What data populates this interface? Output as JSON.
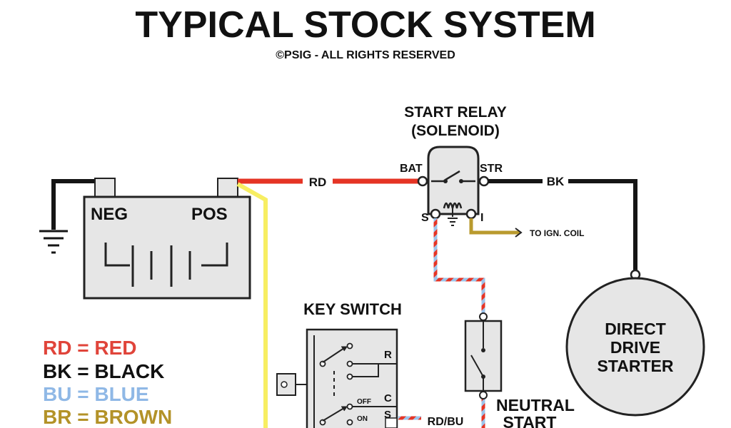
{
  "header": {
    "title": "TYPICAL STOCK SYSTEM",
    "copyright": "©PSIG - ALL RIGHTS RESERVED"
  },
  "battery": {
    "neg_label": "NEG",
    "pos_label": "POS"
  },
  "relay": {
    "title_line1": "START RELAY",
    "title_line2": "(SOLENOID)",
    "bat_label": "BAT",
    "str_label": "STR",
    "s_label": "S",
    "i_label": "I"
  },
  "wires": {
    "rd_label": "RD",
    "bk_label": "BK",
    "rdbu_label": "RD/BU",
    "ign_label": "TO IGN. COIL"
  },
  "starter": {
    "line1": "DIRECT",
    "line2": "DRIVE",
    "line3": "STARTER"
  },
  "key_switch": {
    "title": "KEY SWITCH",
    "r_label": "R",
    "c_label": "C",
    "s_label": "S",
    "off_label": "OFF",
    "on_label": "ON"
  },
  "neutral": {
    "line1": "NEUTRAL",
    "line2": "START"
  },
  "legend": [
    {
      "text": "RD = RED",
      "color": "#e0443a"
    },
    {
      "text": "BK = BLACK",
      "color": "#111111"
    },
    {
      "text": "BU = BLUE",
      "color": "#8fb8e6"
    },
    {
      "text": "BR = BROWN",
      "color": "#b39228"
    }
  ],
  "colors": {
    "red_wire": "#e53425",
    "black_wire": "#151515",
    "yellow_wire": "#f7ee62",
    "brown_wire": "#b99a2e",
    "blue_wire": "#9cc3ea",
    "component_fill": "#e6e6e6"
  }
}
